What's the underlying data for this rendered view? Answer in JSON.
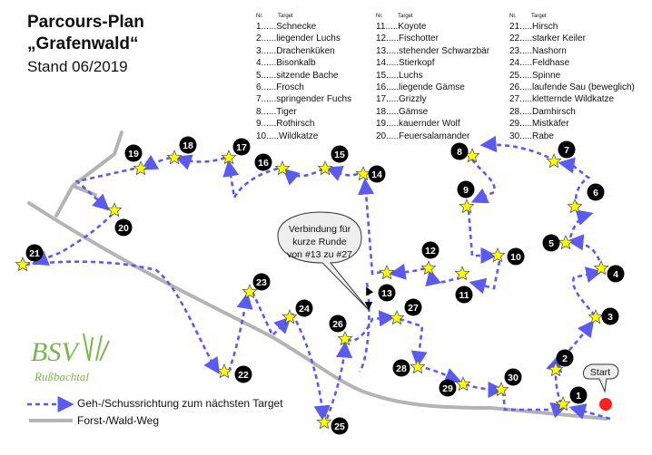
{
  "title": {
    "line1": "Parcours-Plan",
    "line2": "„Grafenwald“",
    "line3": "Stand 06/2019"
  },
  "targets_header": {
    "nr": "Nr.",
    "target": "Target"
  },
  "targets": [
    {
      "nr": "1",
      "name": "Schnecke"
    },
    {
      "nr": "2",
      "name": "liegender Luchs"
    },
    {
      "nr": "3",
      "name": "Drachenküken"
    },
    {
      "nr": "4",
      "name": "Bisonkalb"
    },
    {
      "nr": "5",
      "name": "sitzende Bache"
    },
    {
      "nr": "6",
      "name": "Frosch"
    },
    {
      "nr": "7",
      "name": "springender Fuchs"
    },
    {
      "nr": "8",
      "name": "Tiger"
    },
    {
      "nr": "9",
      "name": "Rothirsch"
    },
    {
      "nr": "10",
      "name": "Wildkatze"
    },
    {
      "nr": "11",
      "name": "Koyote"
    },
    {
      "nr": "12",
      "name": "Fischotter"
    },
    {
      "nr": "13",
      "name": "stehender Schwarzbär"
    },
    {
      "nr": "14",
      "name": "Stierkopf"
    },
    {
      "nr": "15",
      "name": "Luchs"
    },
    {
      "nr": "16",
      "name": "liegende Gämse"
    },
    {
      "nr": "17",
      "name": "Grizzly"
    },
    {
      "nr": "18",
      "name": "Gämse"
    },
    {
      "nr": "19",
      "name": "kauernder Wolf"
    },
    {
      "nr": "20",
      "name": "Feuersalamander"
    },
    {
      "nr": "21",
      "name": "Hirsch"
    },
    {
      "nr": "22",
      "name": "starker Keiler"
    },
    {
      "nr": "23",
      "name": "Nashorn"
    },
    {
      "nr": "24",
      "name": "Feldhase"
    },
    {
      "nr": "25",
      "name": "Spinne"
    },
    {
      "nr": "26",
      "name": "laufende Sau (beweglich)"
    },
    {
      "nr": "27",
      "name": "kletternde Wildkatze"
    },
    {
      "nr": "28",
      "name": "Damhirsch"
    },
    {
      "nr": "29",
      "name": "Mistkäfer"
    },
    {
      "nr": "30",
      "name": "Rabe"
    }
  ],
  "callout": {
    "line1": "Verbindung für",
    "line2": "kurze Runde",
    "line3": "von #13 zu #27"
  },
  "start_label": "Start",
  "logo": {
    "text": "Rußbachtal"
  },
  "legend": {
    "route_label": "Geh-/Schussrichtung zum nächsten Target",
    "path_label": "Forst-/Wald-Weg"
  },
  "colors": {
    "route": "#5b5bf0",
    "path": "#b4b4b4",
    "star": "#ffff00",
    "marker": "#000000",
    "start": "#ff2020",
    "logo": "#7ab648"
  },
  "stations": [
    {
      "label": "1"
    },
    {
      "label": "2"
    },
    {
      "label": "3"
    },
    {
      "label": "4"
    },
    {
      "label": "5"
    },
    {
      "label": "6"
    },
    {
      "label": "7"
    },
    {
      "label": "8"
    },
    {
      "label": "9"
    },
    {
      "label": "10"
    },
    {
      "label": "11"
    },
    {
      "label": "12"
    },
    {
      "label": "13"
    },
    {
      "label": "14"
    },
    {
      "label": "15"
    },
    {
      "label": "16"
    },
    {
      "label": "17"
    },
    {
      "label": "18"
    },
    {
      "label": "19"
    },
    {
      "label": "20"
    },
    {
      "label": "21"
    },
    {
      "label": "22"
    },
    {
      "label": "23"
    },
    {
      "label": "24"
    },
    {
      "label": "25"
    },
    {
      "label": "26"
    },
    {
      "label": "27"
    },
    {
      "label": "28"
    },
    {
      "label": "29"
    },
    {
      "label": "30"
    }
  ]
}
